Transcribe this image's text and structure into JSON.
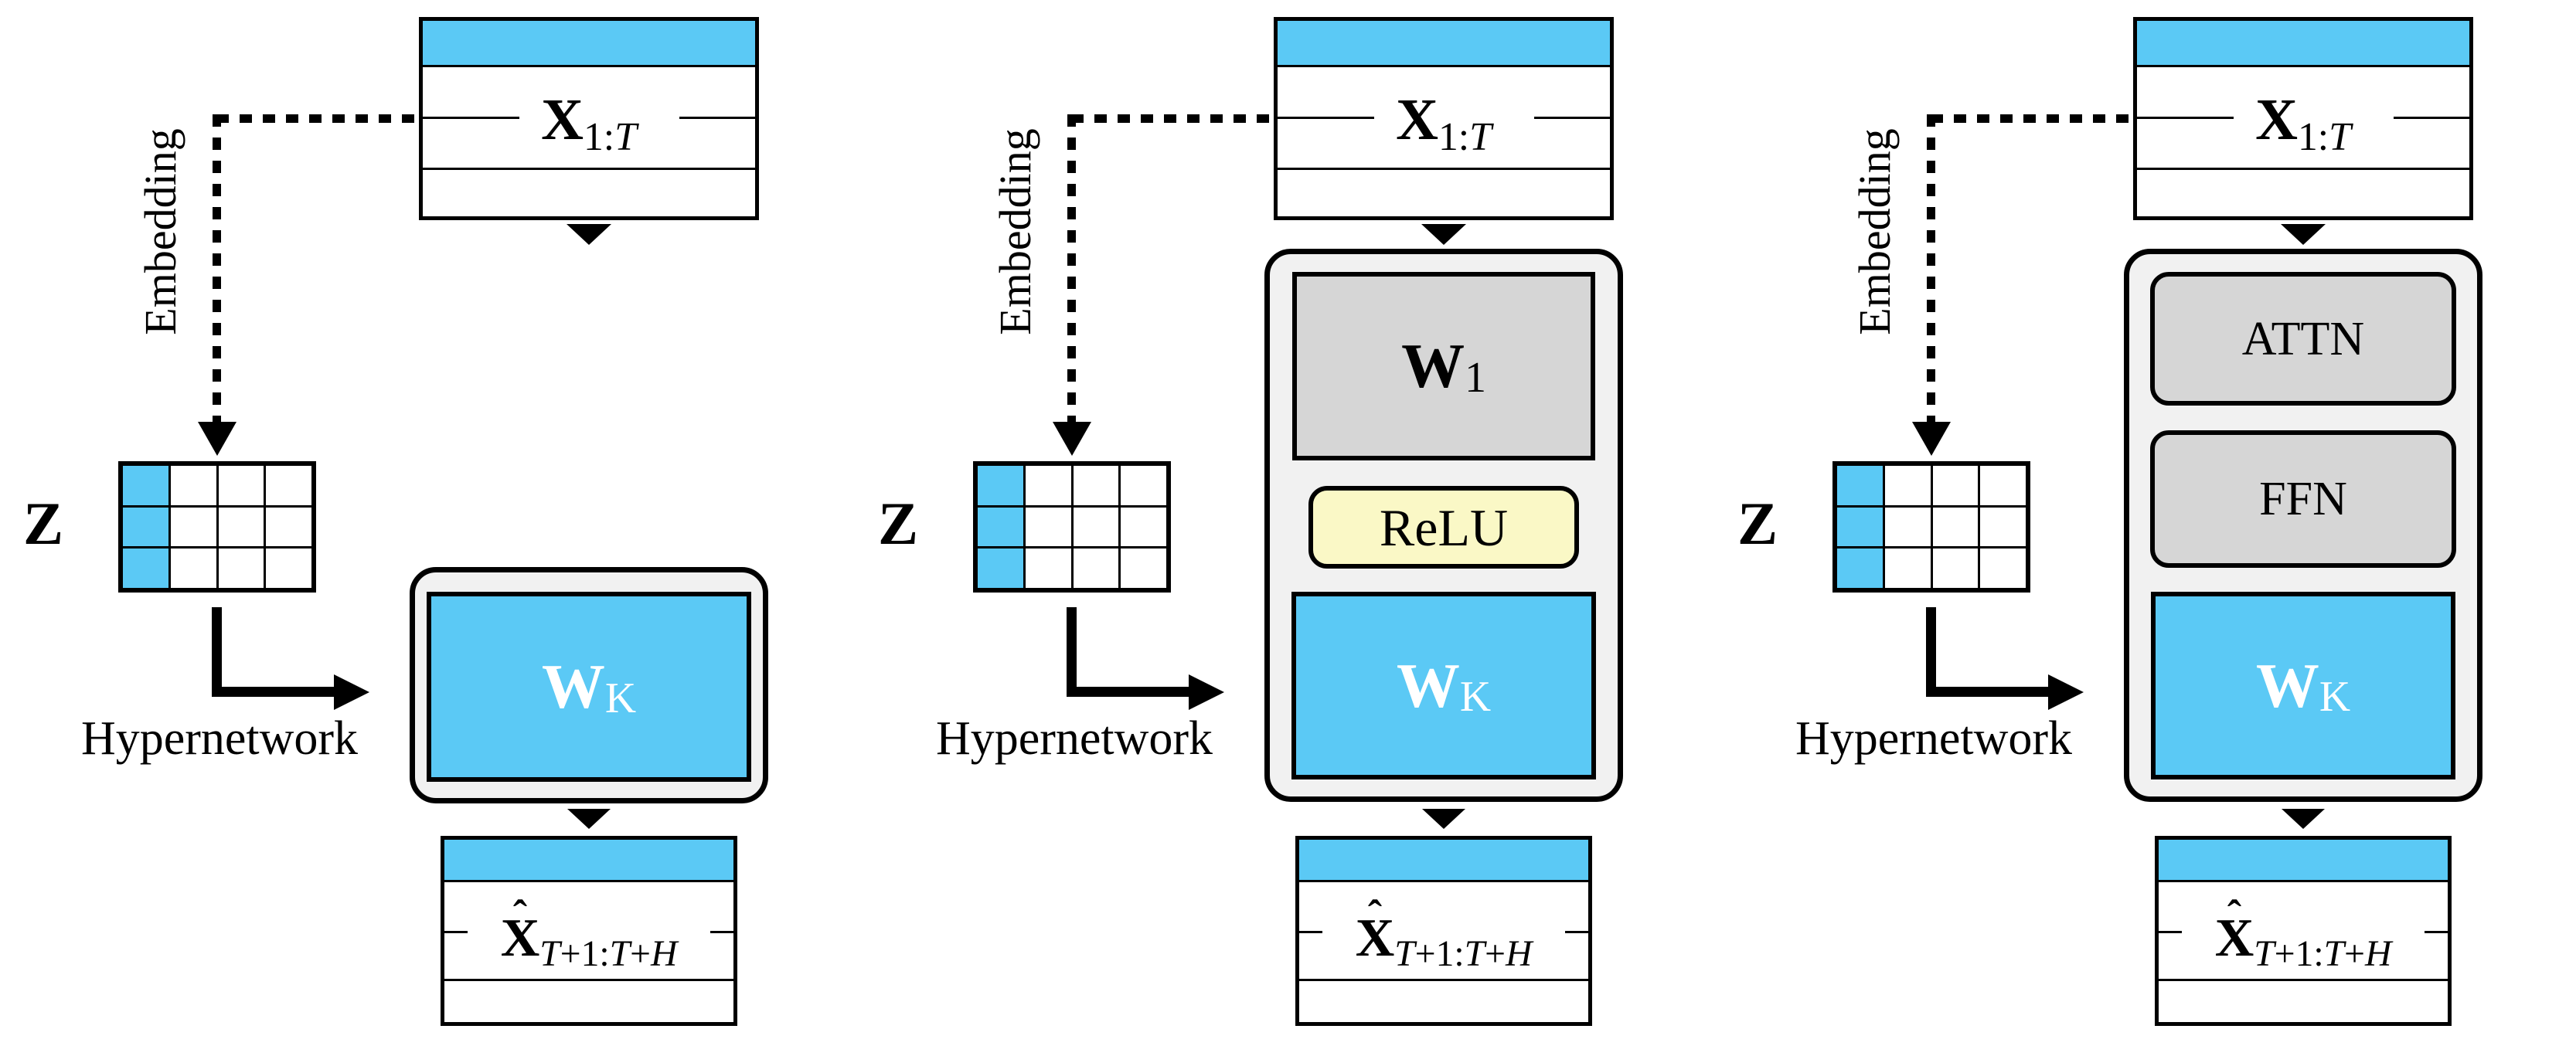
{
  "colors": {
    "blue": "#5BC9F5",
    "gray": "#D6D6D6",
    "yellow": "#FAF8C6",
    "panel": "#F1F1F1",
    "ink": "#000000"
  },
  "shared": {
    "embedding_label": "Embedding",
    "hypernetwork_label": "Hypernetwork",
    "input": {
      "main": "X",
      "sub_num": "1:",
      "sub_var": "T"
    },
    "latent_label": "Z",
    "output": {
      "hat": "ˆ",
      "main": "X",
      "sub_t1": "T",
      "sub_mid": "+1:",
      "sub_t2": "T",
      "sub_plus": "+",
      "sub_h": "H"
    }
  },
  "panels": [
    {
      "id": "linear-hypernetwork",
      "blocks": {
        "wk": {
          "main": "W",
          "sub": "K"
        }
      }
    },
    {
      "id": "mlp-hypernetwork",
      "blocks": {
        "w1": {
          "main": "W",
          "sub": "1"
        },
        "relu": "ReLU",
        "wk": {
          "main": "W",
          "sub": "K"
        }
      }
    },
    {
      "id": "transformer-hypernetwork",
      "blocks": {
        "attn": "ATTN",
        "ffn": "FFN",
        "wk": {
          "main": "W",
          "sub": "K"
        }
      }
    }
  ]
}
